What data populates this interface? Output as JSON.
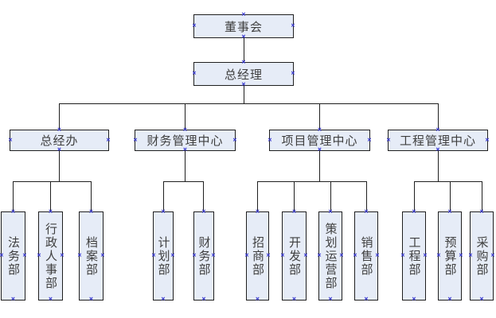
{
  "diagram": {
    "type": "org-chart",
    "nodes": {
      "board": {
        "label": "董事会"
      },
      "general_manager": {
        "label": "总经理"
      },
      "branches": [
        {
          "label": "总经办",
          "children": [
            {
              "label": "法务部"
            },
            {
              "label": "行政人事部"
            },
            {
              "label": "档案部"
            }
          ]
        },
        {
          "label": "财务管理中心",
          "children": [
            {
              "label": "计划部"
            },
            {
              "label": "财务部"
            }
          ]
        },
        {
          "label": "项目管理中心",
          "children": [
            {
              "label": "招商部"
            },
            {
              "label": "开发部"
            },
            {
              "label": "策划运营部"
            },
            {
              "label": "销售部"
            }
          ]
        },
        {
          "label": "工程管理中心",
          "children": [
            {
              "label": "工程部"
            },
            {
              "label": "预算部"
            },
            {
              "label": "采购部"
            }
          ]
        }
      ]
    },
    "colors": {
      "node_fill": "#e6ecf7",
      "node_border": "#1f1f1f",
      "connector": "#1f1f1f",
      "connection_handle": "#3434cf",
      "label_text": "#3f3f3f",
      "background": "#ffffff"
    },
    "icons": {
      "connection_point_glyph": "×"
    }
  }
}
